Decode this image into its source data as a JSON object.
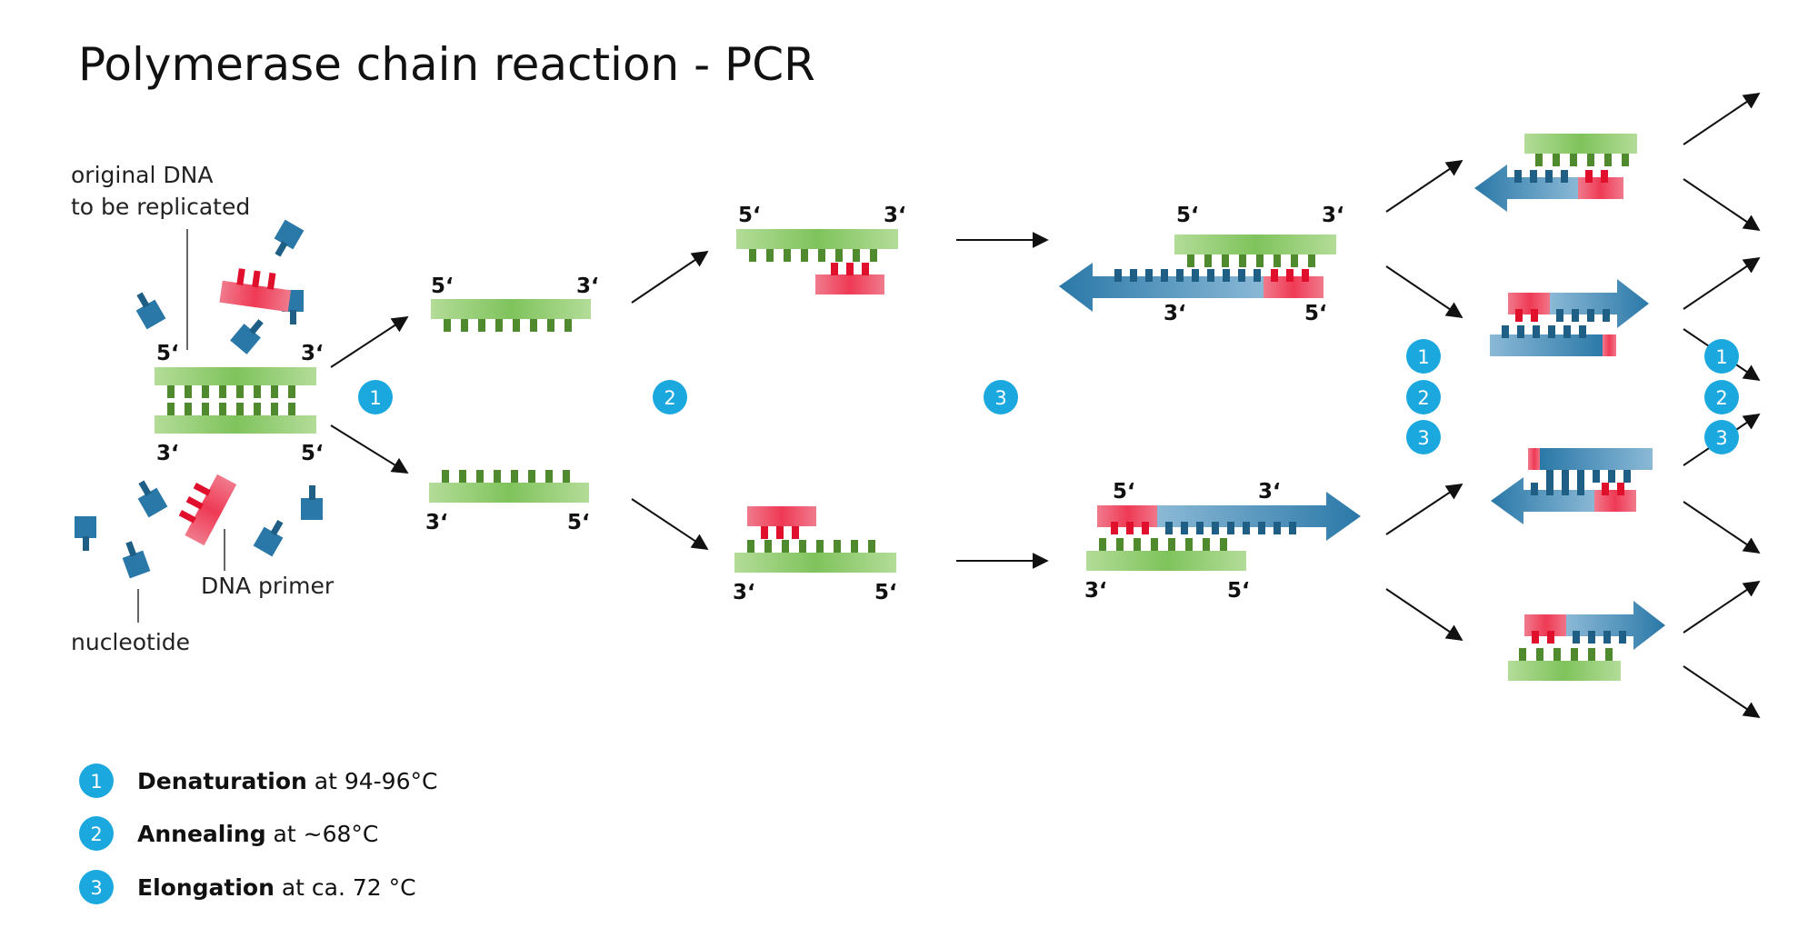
{
  "title": "Polymerase chain reaction - PCR",
  "labels": {
    "original_dna_line1": "original DNA",
    "original_dna_line2": "to be replicated",
    "dna_primer": "DNA primer",
    "nucleotide": "nucleotide"
  },
  "ends": {
    "five": "5‘",
    "three": "3‘"
  },
  "steps": {
    "one": "1",
    "two": "2",
    "three": "3"
  },
  "legend": [
    {
      "num": "1",
      "bold": "Denaturation",
      "rest": " at 94-96°C"
    },
    {
      "num": "2",
      "bold": "Annealing",
      "rest": " at ~68°C"
    },
    {
      "num": "3",
      "bold": "Elongation",
      "rest": " at ca. 72 °C"
    }
  ],
  "colors": {
    "dna_strand": "#8bc76a",
    "dna_teeth": "#4f8a2f",
    "primer": "#ea2b45",
    "nucleotide": "#1f6f9c",
    "step_badge": "#1aa8df"
  }
}
